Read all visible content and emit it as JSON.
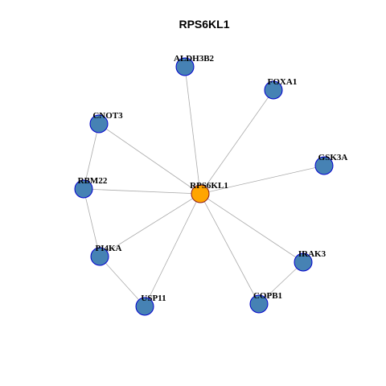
{
  "title": "RPS6KL1",
  "colors": {
    "center_fill": "#FFA500",
    "center_stroke": "#8B1A1A",
    "node_fill": "#4682B4",
    "node_stroke": "#0000CD",
    "edge": "#AAAAAA"
  },
  "nodes": [
    {
      "id": "RPS6KL1",
      "label": "RPS6KL1",
      "center": true
    },
    {
      "id": "ALDH3B2",
      "label": "ALDH3B2"
    },
    {
      "id": "FOXA1",
      "label": "FOXA1"
    },
    {
      "id": "CNOT3",
      "label": "CNOT3"
    },
    {
      "id": "GSK3A",
      "label": "GSK3A"
    },
    {
      "id": "RBM22",
      "label": "RBM22"
    },
    {
      "id": "PI4KA",
      "label": "PI4KA"
    },
    {
      "id": "IRAK3",
      "label": "IRAK3"
    },
    {
      "id": "USP11",
      "label": "USP11"
    },
    {
      "id": "COPB1",
      "label": "COPB1"
    }
  ],
  "edges": [
    [
      "RPS6KL1",
      "ALDH3B2"
    ],
    [
      "RPS6KL1",
      "FOXA1"
    ],
    [
      "RPS6KL1",
      "CNOT3"
    ],
    [
      "RPS6KL1",
      "GSK3A"
    ],
    [
      "RPS6KL1",
      "RBM22"
    ],
    [
      "RPS6KL1",
      "PI4KA"
    ],
    [
      "RPS6KL1",
      "IRAK3"
    ],
    [
      "RPS6KL1",
      "USP11"
    ],
    [
      "RPS6KL1",
      "COPB1"
    ],
    [
      "CNOT3",
      "RBM22"
    ],
    [
      "RBM22",
      "PI4KA"
    ],
    [
      "PI4KA",
      "USP11"
    ],
    [
      "IRAK3",
      "COPB1"
    ]
  ]
}
